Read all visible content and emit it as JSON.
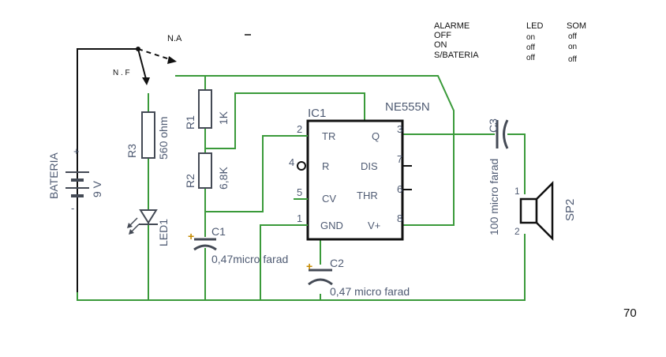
{
  "switch": {
    "na": "N.A",
    "nf": "N . F"
  },
  "table": {
    "headers": [
      "ALARME",
      "LED",
      "SOM"
    ],
    "rows": [
      [
        "OFF",
        "on",
        "off"
      ],
      [
        "ON",
        "off",
        "on"
      ],
      [
        "S/BATERIA",
        "off",
        "off"
      ]
    ]
  },
  "battery": {
    "name": "BATERIA",
    "value": "9 V",
    "plus": "+",
    "minus": "-"
  },
  "r3": {
    "name": "R3",
    "value": "560 ohm"
  },
  "led": {
    "name": "LED1"
  },
  "r1": {
    "name": "R1",
    "value": "1K"
  },
  "r2": {
    "name": "R2",
    "value": "6,8K"
  },
  "c1": {
    "name": "C1",
    "value": "0,47micro farad",
    "plus": "+"
  },
  "c2": {
    "name": "C2",
    "value": "0,47 micro farad",
    "plus": "+"
  },
  "c3": {
    "name": "C3",
    "value": "100 micro farad"
  },
  "ic": {
    "name": "IC1",
    "part": "NE555N",
    "pins_left": [
      {
        "num": "2",
        "label": "TR"
      },
      {
        "num": "4",
        "label": "R"
      },
      {
        "num": "5",
        "label": "CV"
      },
      {
        "num": "1",
        "label": "GND"
      }
    ],
    "pins_right": [
      {
        "num": "3",
        "label": "Q"
      },
      {
        "num": "7",
        "label": "DIS"
      },
      {
        "num": "6",
        "label": "THR"
      },
      {
        "num": "8",
        "label": "V+"
      }
    ]
  },
  "speaker": {
    "name": "SP2",
    "pin1": "1",
    "pin2": "2"
  },
  "page_number": "70",
  "colors": {
    "wire": "#3a9a3a",
    "component": "#444a55",
    "label": "#4f5b73"
  }
}
